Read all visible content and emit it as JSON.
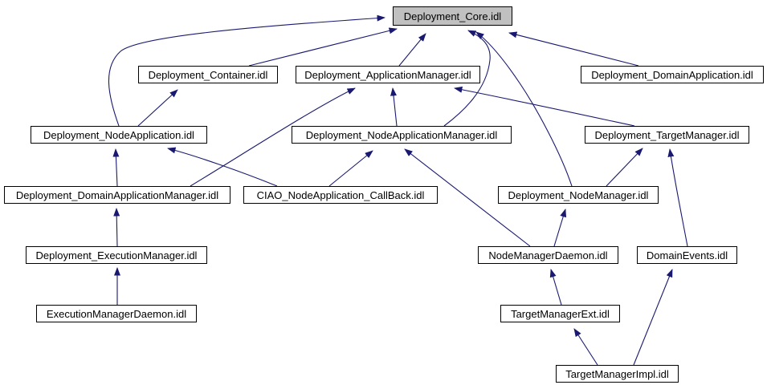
{
  "diagram": {
    "type": "include-dependency-graph",
    "highlighted_node": "Deployment_Core.idl",
    "colors": {
      "edge": "#191970",
      "highlight_fill": "#c0c0c0",
      "node_fill": "#ffffff",
      "node_border": "#000000",
      "background": "#ffffff"
    }
  },
  "nodes": [
    {
      "id": "deployment-core",
      "label": "Deployment_Core.idl"
    },
    {
      "id": "deployment-container",
      "label": "Deployment_Container.idl"
    },
    {
      "id": "deployment-applicationmanager",
      "label": "Deployment_ApplicationManager.idl"
    },
    {
      "id": "deployment-domainapplication",
      "label": "Deployment_DomainApplication.idl"
    },
    {
      "id": "deployment-nodeapplication",
      "label": "Deployment_NodeApplication.idl"
    },
    {
      "id": "deployment-nodeapplicationmanager",
      "label": "Deployment_NodeApplicationManager.idl"
    },
    {
      "id": "deployment-targetmanager",
      "label": "Deployment_TargetManager.idl"
    },
    {
      "id": "deployment-domainapplicationmanager",
      "label": "Deployment_DomainApplicationManager.idl"
    },
    {
      "id": "ciao-nodeapplication-callback",
      "label": "CIAO_NodeApplication_CallBack.idl"
    },
    {
      "id": "deployment-nodemanager",
      "label": "Deployment_NodeManager.idl"
    },
    {
      "id": "deployment-executionmanager",
      "label": "Deployment_ExecutionManager.idl"
    },
    {
      "id": "nodemanagerdaemon",
      "label": "NodeManagerDaemon.idl"
    },
    {
      "id": "domainevents",
      "label": "DomainEvents.idl"
    },
    {
      "id": "executionmanagerdaemon",
      "label": "ExecutionManagerDaemon.idl"
    },
    {
      "id": "targetmanagerext",
      "label": "TargetManagerExt.idl"
    },
    {
      "id": "targetmanagerimpl",
      "label": "TargetManagerImpl.idl"
    }
  ],
  "edges": [
    {
      "from": "Deployment_NodeApplication.idl",
      "to": "Deployment_Core.idl"
    },
    {
      "from": "Deployment_NodeApplication.idl",
      "to": "Deployment_Container.idl"
    },
    {
      "from": "Deployment_Container.idl",
      "to": "Deployment_Core.idl"
    },
    {
      "from": "Deployment_ApplicationManager.idl",
      "to": "Deployment_Core.idl"
    },
    {
      "from": "Deployment_DomainApplication.idl",
      "to": "Deployment_Core.idl"
    },
    {
      "from": "Deployment_NodeApplicationManager.idl",
      "to": "Deployment_Core.idl"
    },
    {
      "from": "Deployment_NodeManager.idl",
      "to": "Deployment_Core.idl"
    },
    {
      "from": "Deployment_NodeApplicationManager.idl",
      "to": "Deployment_ApplicationManager.idl"
    },
    {
      "from": "Deployment_DomainApplicationManager.idl",
      "to": "Deployment_ApplicationManager.idl"
    },
    {
      "from": "Deployment_TargetManager.idl",
      "to": "Deployment_ApplicationManager.idl"
    },
    {
      "from": "Deployment_DomainApplicationManager.idl",
      "to": "Deployment_NodeApplication.idl"
    },
    {
      "from": "CIAO_NodeApplication_CallBack.idl",
      "to": "Deployment_NodeApplication.idl"
    },
    {
      "from": "CIAO_NodeApplication_CallBack.idl",
      "to": "Deployment_NodeApplicationManager.idl"
    },
    {
      "from": "NodeManagerDaemon.idl",
      "to": "Deployment_NodeApplicationManager.idl"
    },
    {
      "from": "Deployment_NodeManager.idl",
      "to": "Deployment_TargetManager.idl"
    },
    {
      "from": "DomainEvents.idl",
      "to": "Deployment_TargetManager.idl"
    },
    {
      "from": "NodeManagerDaemon.idl",
      "to": "Deployment_NodeManager.idl"
    },
    {
      "from": "Deployment_ExecutionManager.idl",
      "to": "Deployment_DomainApplicationManager.idl"
    },
    {
      "from": "ExecutionManagerDaemon.idl",
      "to": "Deployment_ExecutionManager.idl"
    },
    {
      "from": "TargetManagerExt.idl",
      "to": "NodeManagerDaemon.idl"
    },
    {
      "from": "TargetManagerImpl.idl",
      "to": "TargetManagerExt.idl"
    },
    {
      "from": "TargetManagerImpl.idl",
      "to": "DomainEvents.idl"
    }
  ]
}
